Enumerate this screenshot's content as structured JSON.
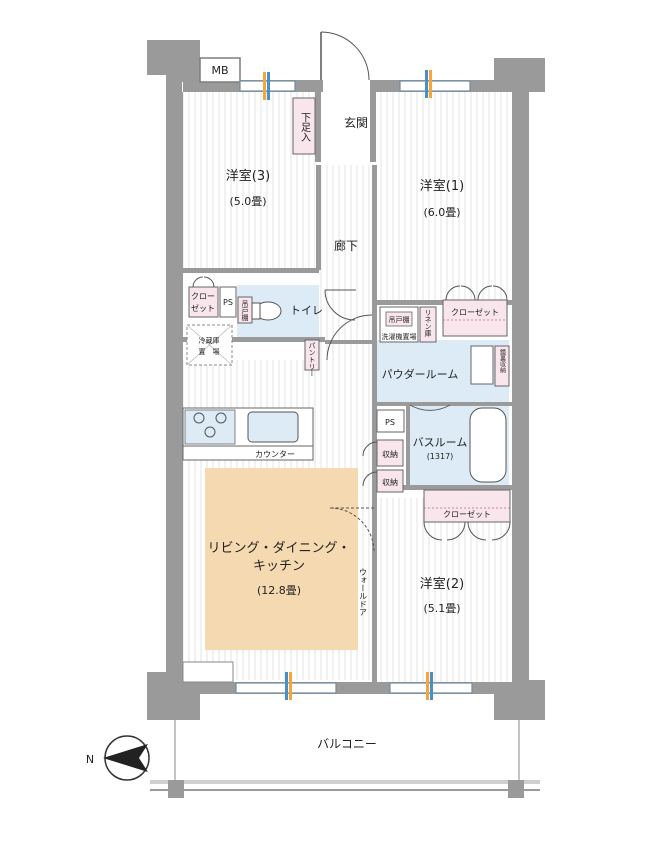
{
  "labels": {
    "mb": "MB",
    "genkan": "玄関",
    "getabako": "下足入",
    "room3_name": "洋室(3)",
    "room3_size": "(5.0畳)",
    "room1_name": "洋室(1)",
    "room1_size": "(6.0畳)",
    "hallway": "廊下",
    "closet_small_1": "クロー",
    "closet_small_2": "ゼット",
    "ps": "PS",
    "toilet": "トイレ",
    "toilet_shelf": "吊戸棚",
    "fridge_1": "冷蔵庫",
    "fridge_2": "置　場",
    "pantry": "パントリー",
    "kitchen_cabinet": "吊戸棚",
    "linen": "リネン庫",
    "washer": "洗濯機置場",
    "closet1": "クローゼット",
    "powder": "パウダールーム",
    "mirror_storage": "鏡裏収納",
    "ps2": "PS",
    "bath": "バスルーム",
    "bath_size": "(1317)",
    "storage": "収納",
    "counter": "カウンター",
    "closet2": "クローゼット",
    "ldk_1": "リビング・ダイニング・",
    "ldk_2": "キッチン",
    "ldk_size": "(12.8畳)",
    "walldoor": "ウォールドア",
    "room2_name": "洋室(2)",
    "room2_size": "(5.1畳)",
    "balcony": "バルコニー",
    "north": "N"
  },
  "colors": {
    "wall": "#9a9a9a",
    "wall_dark": "#7d7d7d",
    "floor_line": "#e6e6e6",
    "wet_area": "#dcebf5",
    "ldk_highlight": "#f5d9b0",
    "storage_pink": "#f9e6ec",
    "window_frame": "#6e8ea0",
    "window_marker": "#f4a53b"
  }
}
